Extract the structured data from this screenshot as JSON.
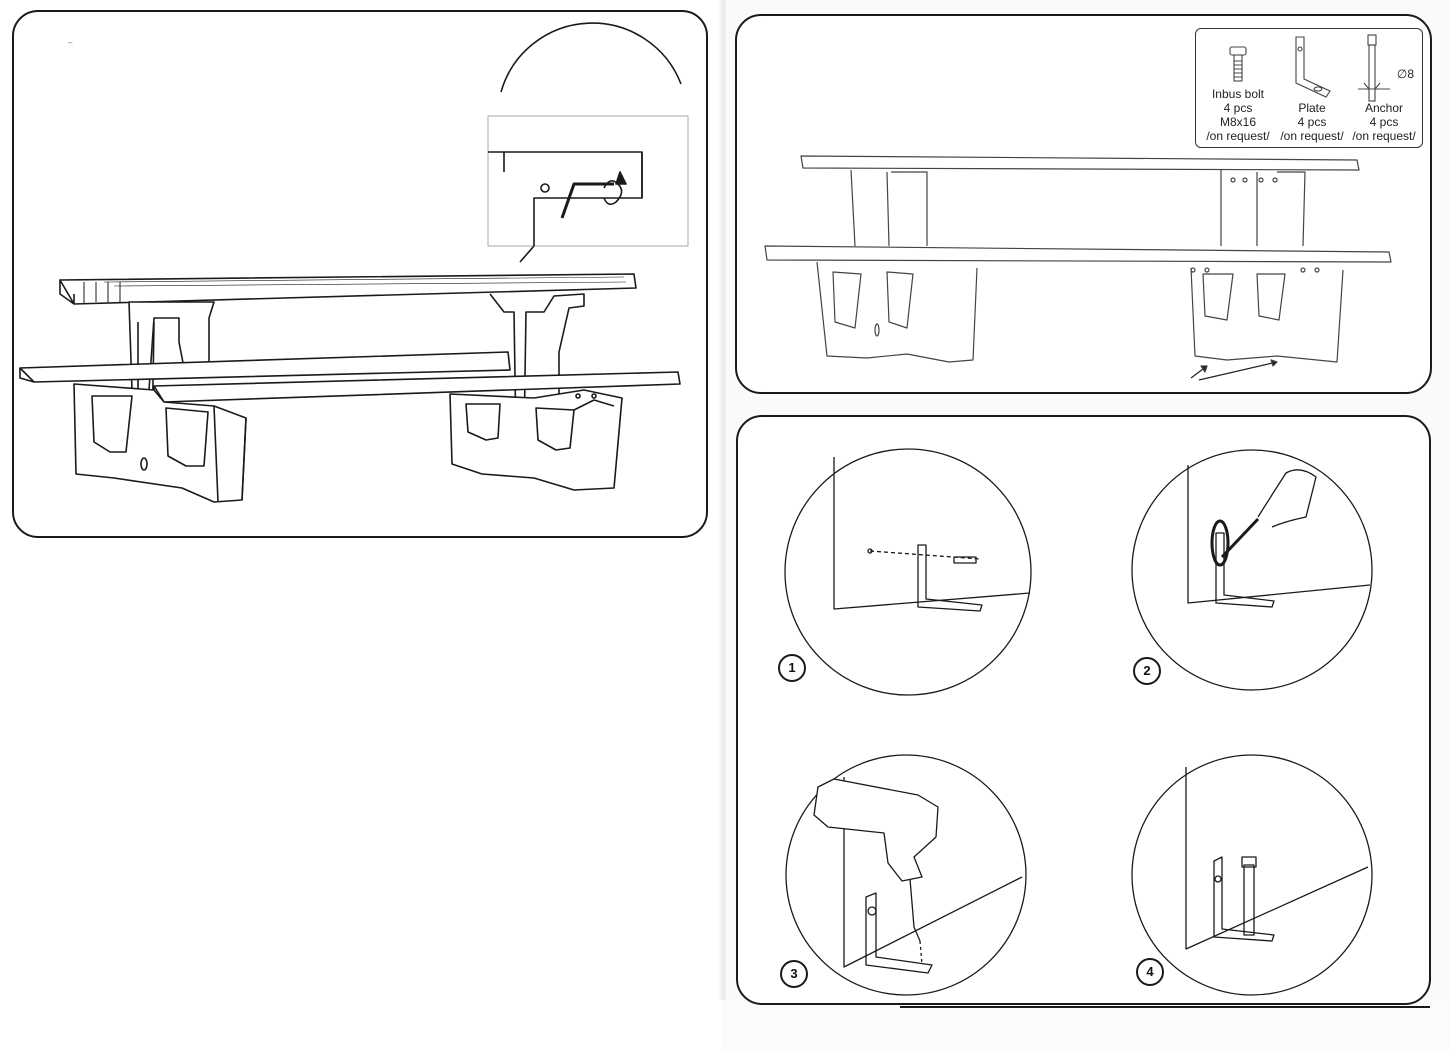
{
  "parts": [
    {
      "name": "Inbus bolt",
      "qty": "4 pcs",
      "size": "M8x16",
      "note": "/on request/",
      "icon": "bolt-icon"
    },
    {
      "name": "Plate",
      "qty": "4 pcs",
      "note": "/on request/",
      "icon": "plate-icon"
    },
    {
      "name": "Anchor",
      "qty": "4 pcs",
      "note": "/on request/",
      "icon": "anchor-icon"
    }
  ],
  "anchor_diameter_label": "∅8",
  "steps": [
    {
      "number": "1",
      "icon": "bolt-plate-insert-icon"
    },
    {
      "number": "2",
      "icon": "hex-key-tighten-icon"
    },
    {
      "number": "3",
      "icon": "drill-icon"
    },
    {
      "number": "4",
      "icon": "anchor-installed-icon"
    }
  ],
  "corner_mark": "–"
}
